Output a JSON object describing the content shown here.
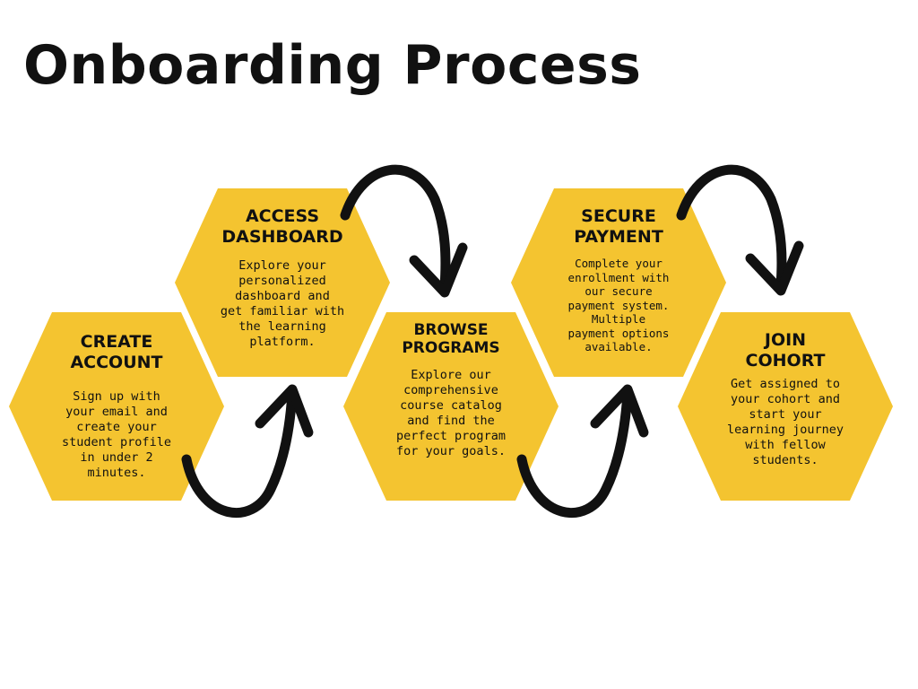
{
  "title": "Onboarding Process",
  "colors": {
    "hexagon": "#f4c430",
    "arrow": "#111111",
    "text": "#111111",
    "background": "#ffffff"
  },
  "steps": [
    {
      "title_lines": [
        "CREATE",
        "ACCOUNT"
      ],
      "desc_lines": [
        "Sign up with",
        "your email and",
        "create your",
        "student profile",
        "in under 2",
        "minutes."
      ]
    },
    {
      "title_lines": [
        "ACCESS",
        "DASHBOARD"
      ],
      "desc_lines": [
        "Explore your",
        "personalized",
        "dashboard and",
        "get familiar with",
        "the learning",
        "platform."
      ]
    },
    {
      "title_lines": [
        "BROWSE",
        "PROGRAMS"
      ],
      "desc_lines": [
        "Explore our",
        "comprehensive",
        "course catalog",
        "and find the",
        "perfect program",
        "for your goals."
      ]
    },
    {
      "title_lines": [
        "SECURE",
        "PAYMENT"
      ],
      "desc_lines": [
        "Complete your",
        "enrollment with",
        "our secure",
        "payment system.",
        "Multiple",
        "payment options",
        "available."
      ]
    },
    {
      "title_lines": [
        "JOIN",
        "COHORT"
      ],
      "desc_lines": [
        "Get assigned to",
        "your cohort and",
        "start your",
        "learning journey",
        "with fellow",
        "students."
      ]
    }
  ],
  "connectors": [
    {
      "from": "step-1",
      "to": "step-2",
      "icon": "curved-arrow-up-icon"
    },
    {
      "from": "step-2",
      "to": "step-3",
      "icon": "curved-arrow-down-icon"
    },
    {
      "from": "step-3",
      "to": "step-4",
      "icon": "curved-arrow-up-icon"
    },
    {
      "from": "step-4",
      "to": "step-5",
      "icon": "curved-arrow-down-icon"
    }
  ]
}
